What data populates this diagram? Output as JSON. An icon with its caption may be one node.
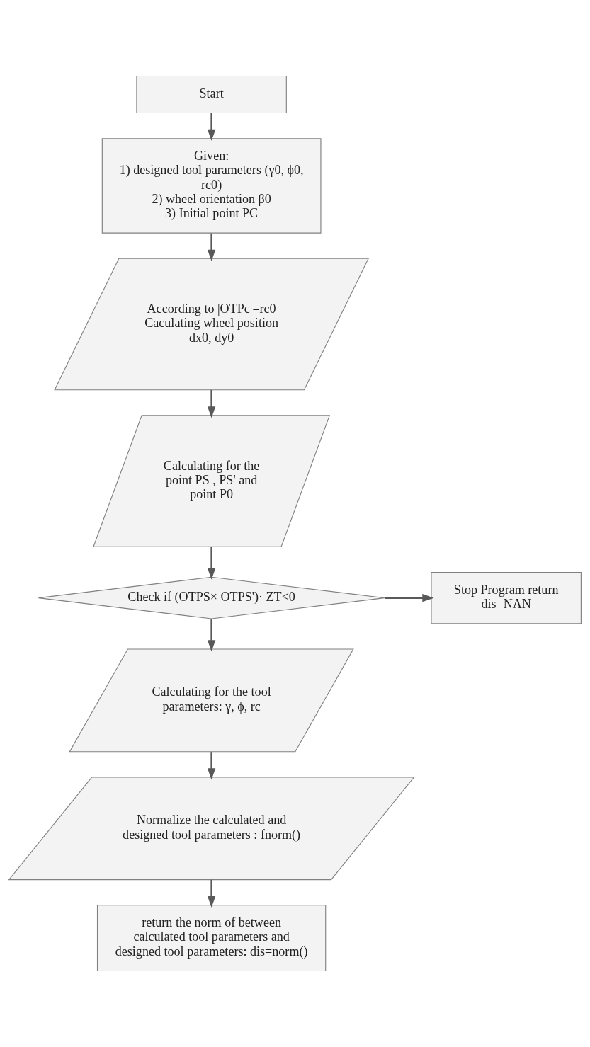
{
  "diagram": {
    "nodes": [
      {
        "text": [
          "Start"
        ]
      },
      {
        "text": [
          "Given:",
          "1) designed tool parameters (γ0, ϕ0, rc0)",
          "2) wheel orientation β0",
          "3) Initial point PC"
        ]
      },
      {
        "text": [
          "According to |OTPc|=rc0 Caculating wheel position dx0, dy0"
        ]
      },
      {
        "text": [
          "Calculating for the point PS , PS' and point P0"
        ]
      },
      {
        "text": [
          "Check if (OTPS× OTPS')· ZT<0"
        ]
      },
      {
        "text": [
          "Stop Program return dis=NAN"
        ]
      },
      {
        "text": [
          "Calculating for the tool parameters: γ, ϕ, rc"
        ]
      },
      {
        "text": [
          "Normalize the calculated and designed tool parameters : fnorm()"
        ]
      },
      {
        "text": [
          "return the norm of between calculated tool parameters and designed tool parameters: dis=norm()"
        ]
      }
    ],
    "edges": [
      {
        "from": 0,
        "to": 1,
        "arrow": "to"
      },
      {
        "from": 1,
        "to": 2,
        "arrow": "to"
      },
      {
        "from": 2,
        "to": 3,
        "arrow": "to"
      },
      {
        "from": 3,
        "to": 4,
        "arrow": "to"
      },
      {
        "from": 4,
        "to": 5,
        "arrow": "to"
      },
      {
        "from": 4,
        "to": 6,
        "arrow": "to"
      },
      {
        "from": 6,
        "to": 7,
        "arrow": "to"
      },
      {
        "from": 7,
        "to": 8,
        "arrow": "to"
      }
    ]
  }
}
